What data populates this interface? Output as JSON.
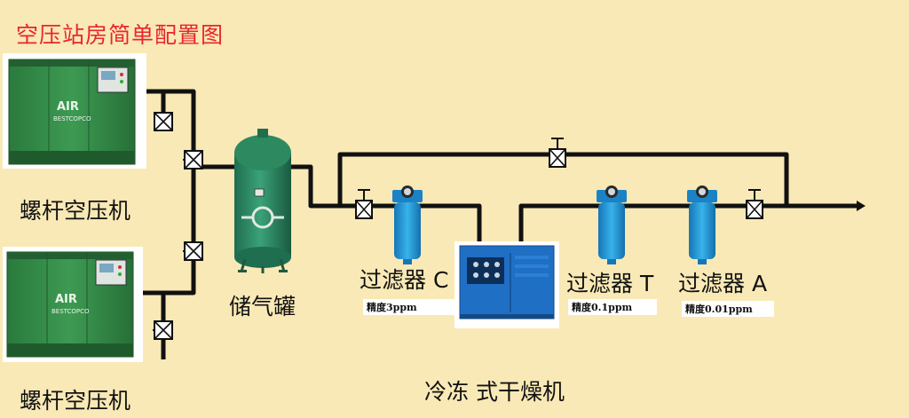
{
  "title": "空压站房简单配置图",
  "compressors": [
    {
      "label": "螺杆空压机",
      "brand_text": "BESTCOPCO",
      "logo_text": "AIR"
    },
    {
      "label": "螺杆空压机",
      "brand_text": "BESTCOPCO",
      "logo_text": "AIR"
    }
  ],
  "tank": {
    "label": "储气罐"
  },
  "filters": [
    {
      "label": "过滤器 C",
      "precision": "精度3ppm"
    },
    {
      "label": "过滤器 T",
      "precision": "精度0.1ppm"
    },
    {
      "label": "过滤器 A",
      "precision": "精度0.01ppm"
    }
  ],
  "dryer": {
    "label": "冷冻 式干燥机"
  },
  "colors": {
    "background": "#f9e9b6",
    "title": "#e8262d",
    "pipe": "#111111",
    "compressor_body": "#2f8a45",
    "tank": "#2a8a63",
    "filter": "#1f9ad6",
    "dryer": "#1f6fc4"
  }
}
